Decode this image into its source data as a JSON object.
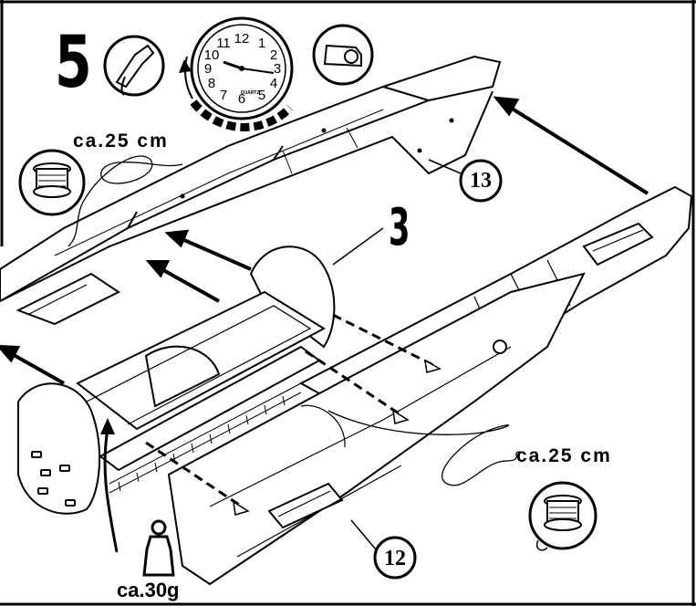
{
  "step": {
    "number": "5",
    "sub_step": "3"
  },
  "parts": {
    "upper_part": "13",
    "lower_part": "12"
  },
  "thread_lengths": {
    "top": "ca.25 cm",
    "bottom": "ca.25 cm"
  },
  "weight": "ca.30g",
  "clock": {
    "brand": "QUARTZ",
    "numerals": [
      "12",
      "1",
      "2",
      "3",
      "4",
      "5",
      "6",
      "7",
      "8",
      "9",
      "10",
      "11"
    ]
  },
  "icons": [
    "glue-tube-icon",
    "wall-clock-icon",
    "tape-dispenser-icon",
    "thread-spool-icon",
    "weight-icon"
  ],
  "colors": {
    "ink": "#000000",
    "paper": "#ffffff"
  }
}
